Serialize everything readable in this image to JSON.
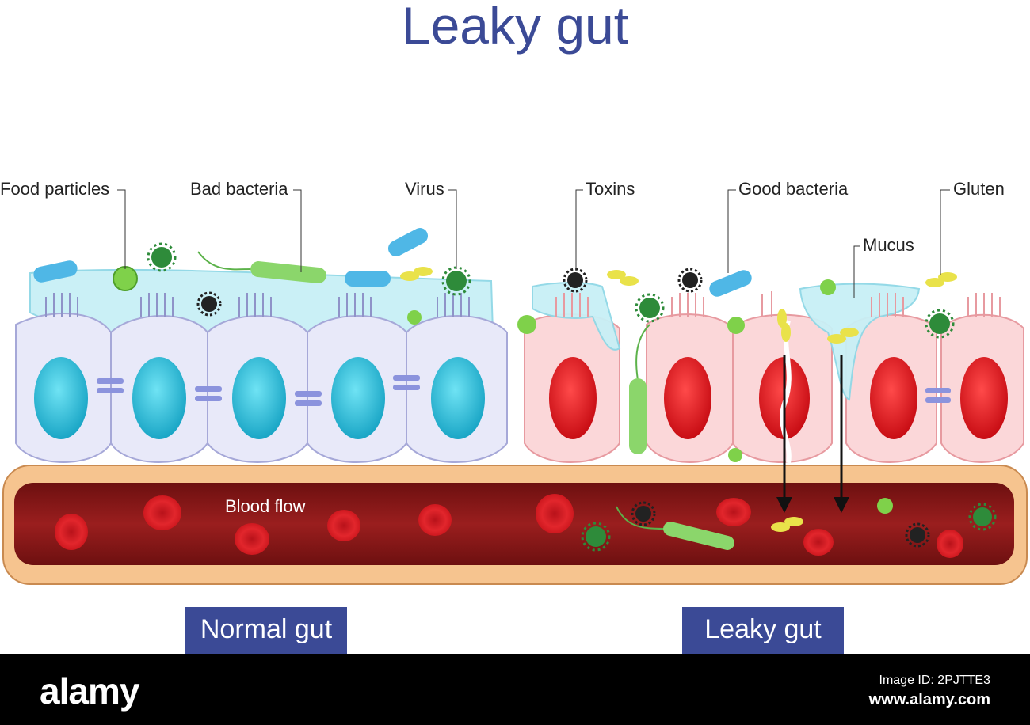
{
  "title": "Leaky gut",
  "labels": {
    "food_particles": "Food particles",
    "bad_bacteria": "Bad bacteria",
    "virus": "Virus",
    "toxins": "Toxins",
    "good_bacteria": "Good bacteria",
    "gluten": "Gluten",
    "mucus": "Mucus",
    "blood_flow": "Blood flow"
  },
  "panels": {
    "normal": "Normal gut",
    "leaky": "Leaky gut"
  },
  "footer": {
    "logo": "alamy",
    "image_id": "Image ID: 2PJTTE3",
    "url": "www.alamy.com"
  },
  "colors": {
    "title": "#3b4a96",
    "panel_bg": "#3b4a96",
    "normal_nucleus": "#22b8d4",
    "leaky_nucleus": "#e0141e",
    "blood": "#8e1a1a",
    "vessel_wall": "#f6c48f",
    "mucus": "#c8f0f6"
  }
}
